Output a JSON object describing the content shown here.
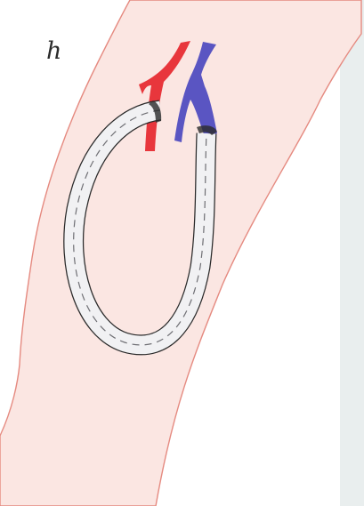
{
  "figure": {
    "panel_label": "h",
    "colors": {
      "skin_fill": "#fbe6e2",
      "skin_outline": "#e58a80",
      "artery": "#e8363c",
      "vein": "#5a55c2",
      "graft_fill": "#f1f1f3",
      "graft_outline": "#2a2a2a",
      "page_margin": "#e9eeee"
    },
    "parts": [
      "arm-outline",
      "artery",
      "vein",
      "loop-graft"
    ]
  }
}
